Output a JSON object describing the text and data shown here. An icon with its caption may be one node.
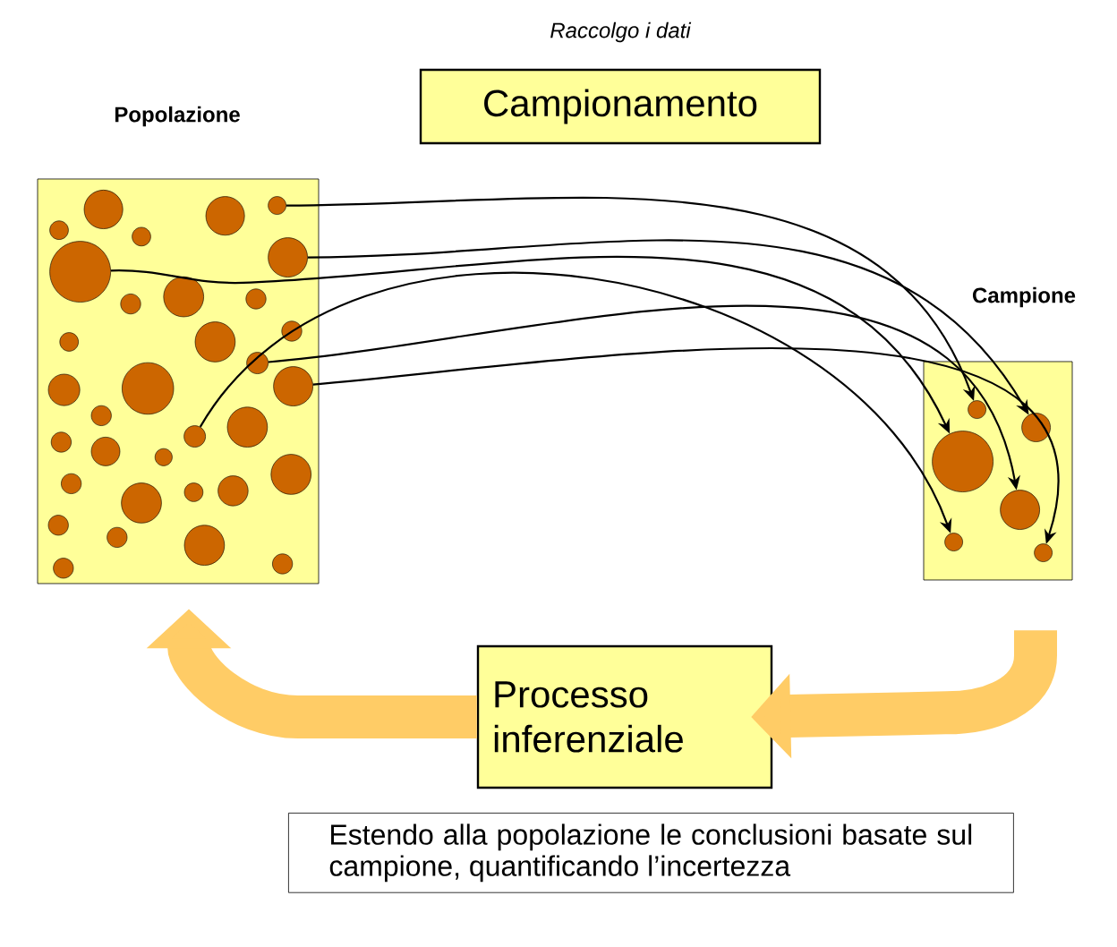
{
  "diagram": {
    "nodes": [
      {
        "text": [
          "Campionamento"
        ],
        "beside": [
          "Raccolgo i dati"
        ]
      },
      {
        "text": [
          "Popolazione"
        ]
      },
      {
        "text": [
          "Campione"
        ]
      },
      {
        "text": [],
        "shape": "circle",
        "in": 1
      },
      {
        "text": [],
        "shape": "circle",
        "in": 1
      },
      {
        "text": [],
        "shape": "circle",
        "in": 1
      },
      {
        "text": [],
        "shape": "circle",
        "in": 1
      },
      {
        "text": [],
        "shape": "circle",
        "in": 1
      },
      {
        "text": [],
        "shape": "circle",
        "in": 1
      },
      {
        "text": [],
        "shape": "circle",
        "in": 2
      },
      {
        "text": [],
        "shape": "circle",
        "in": 2
      },
      {
        "text": [],
        "shape": "circle",
        "in": 2
      },
      {
        "text": [],
        "shape": "circle",
        "in": 2
      },
      {
        "text": [],
        "shape": "circle",
        "in": 2
      },
      {
        "text": [],
        "shape": "circle",
        "in": 2
      },
      {
        "text": [
          "Processo inferenziale"
        ]
      },
      {
        "text": [
          "Estendo alla popolazione le conclusioni basate sul campione, quantificando l’incertezza"
        ]
      },
      {
        "text": [],
        "shape": "circle",
        "in": 1
      },
      {
        "text": [],
        "shape": "circle",
        "in": 1
      },
      {
        "text": [],
        "shape": "circle",
        "in": 1
      },
      {
        "text": [],
        "shape": "circle",
        "in": 1
      },
      {
        "text": [],
        "shape": "circle",
        "in": 1
      },
      {
        "text": [],
        "shape": "circle",
        "in": 1
      },
      {
        "text": [],
        "shape": "circle",
        "in": 1
      },
      {
        "text": [],
        "shape": "circle",
        "in": 1
      },
      {
        "text": [],
        "shape": "circle",
        "in": 1
      },
      {
        "text": [],
        "shape": "circle",
        "in": 1
      },
      {
        "text": [],
        "shape": "circle",
        "in": 1
      },
      {
        "text": [],
        "shape": "circle",
        "in": 1
      },
      {
        "text": [],
        "shape": "circle",
        "in": 1
      },
      {
        "text": [],
        "shape": "circle",
        "in": 1
      },
      {
        "text": [],
        "shape": "circle",
        "in": 1
      },
      {
        "text": [],
        "shape": "circle",
        "in": 1
      },
      {
        "text": [],
        "shape": "circle",
        "in": 1
      },
      {
        "text": [],
        "shape": "circle",
        "in": 1
      },
      {
        "text": [],
        "shape": "circle",
        "in": 1
      },
      {
        "text": [],
        "shape": "circle",
        "in": 1
      },
      {
        "text": [],
        "shape": "circle",
        "in": 1
      },
      {
        "text": [],
        "shape": "circle",
        "in": 1
      },
      {
        "text": [],
        "shape": "circle",
        "in": 1
      },
      {
        "text": [],
        "shape": "circle",
        "in": 1
      },
      {
        "text": [],
        "shape": "circle",
        "in": 1
      },
      {
        "text": [],
        "shape": "circle",
        "in": 1
      },
      {
        "text": [],
        "shape": "circle",
        "in": 1
      }
    ],
    "edges": [
      {
        "from": 3,
        "to": 9,
        "arrow": "to"
      },
      {
        "from": 4,
        "to": 10,
        "arrow": "to"
      },
      {
        "from": 5,
        "to": 11,
        "arrow": "to"
      },
      {
        "from": 6,
        "to": 12,
        "arrow": "to"
      },
      {
        "from": 7,
        "to": 14,
        "arrow": "to"
      },
      {
        "from": 8,
        "to": 13,
        "arrow": "to"
      },
      {
        "from": 15,
        "to": 1,
        "arrow": "to",
        "style": "thick",
        "color": "#ffcc66"
      },
      {
        "from": 2,
        "to": 15,
        "arrow": "to",
        "style": "thick",
        "color": "#ffcc66"
      }
    ]
  }
}
